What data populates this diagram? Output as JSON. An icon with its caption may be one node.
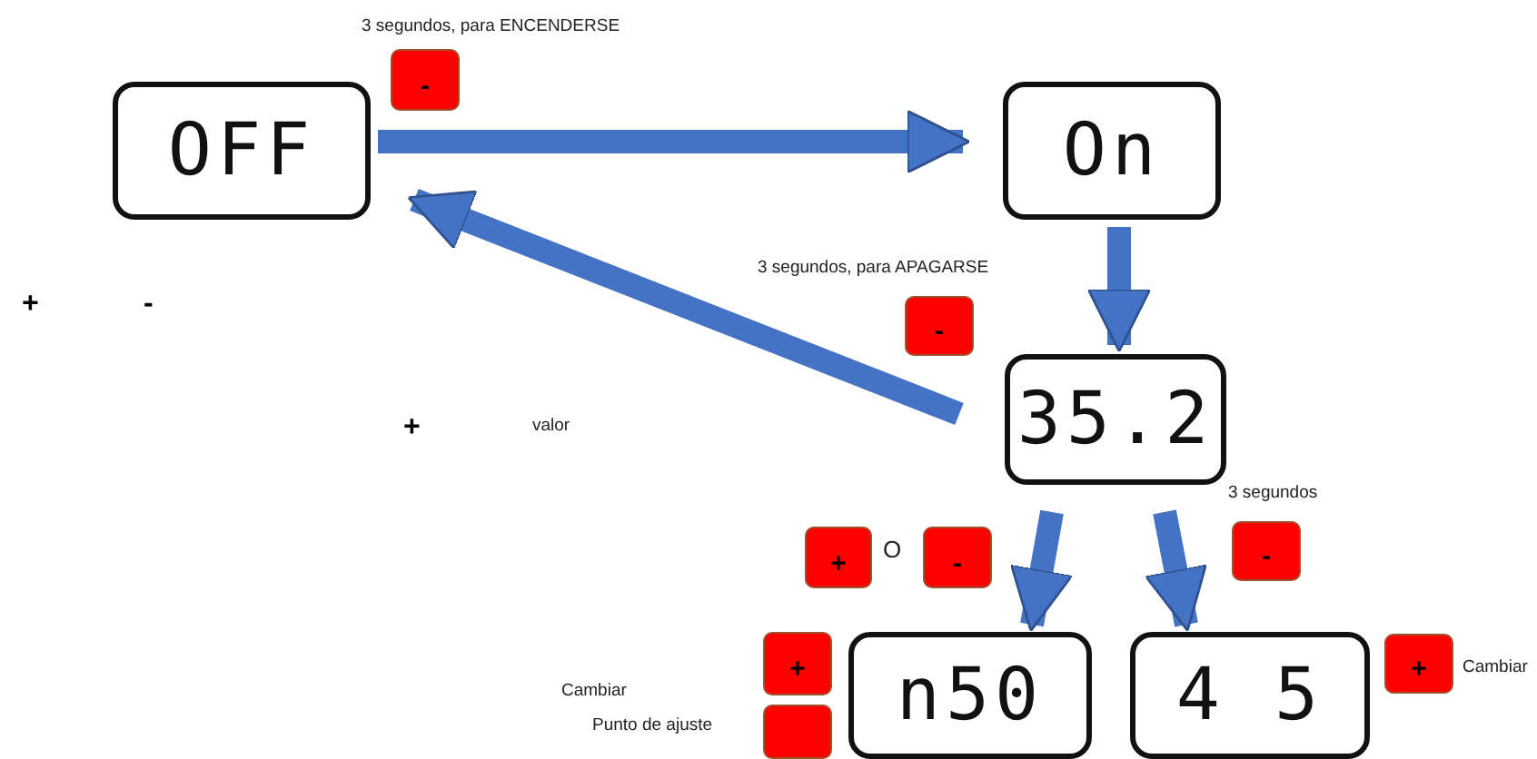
{
  "diagram": {
    "nodes": [
      {
        "text": [
          "OFF"
        ]
      },
      {
        "text": [
          "On"
        ]
      },
      {
        "text": [
          "35.2"
        ]
      },
      {
        "text": [
          "n50"
        ]
      },
      {
        "text": [
          "4 5"
        ]
      },
      {
        "text": [
          "-"
        ]
      },
      {
        "text": [
          "-"
        ]
      },
      {
        "text": [
          "+"
        ]
      },
      {
        "text": [
          "-"
        ]
      },
      {
        "text": [
          "-"
        ]
      },
      {
        "text": [
          "+"
        ]
      },
      {
        "text": [],
        "shape": "box"
      },
      {
        "text": [
          "+"
        ],
        "beside": [
          "Cambiar"
        ]
      }
    ],
    "edges": [
      {
        "from": 0,
        "to": 1,
        "arrow": "to"
      },
      {
        "from": 2,
        "to": 0,
        "arrow": "to"
      },
      {
        "from": 1,
        "to": 2,
        "arrow": "to"
      },
      {
        "from": 2,
        "to": 3,
        "arrow": "to"
      },
      {
        "from": 2,
        "to": 4,
        "arrow": "to"
      }
    ],
    "labels": [
      "3 segundos, para ENCENDERSE",
      "3 segundos, para APAGARSE",
      "+",
      "-",
      "+",
      "valor",
      "3 segundos",
      "O",
      "Cambiar",
      "Punto de ajuste"
    ]
  }
}
